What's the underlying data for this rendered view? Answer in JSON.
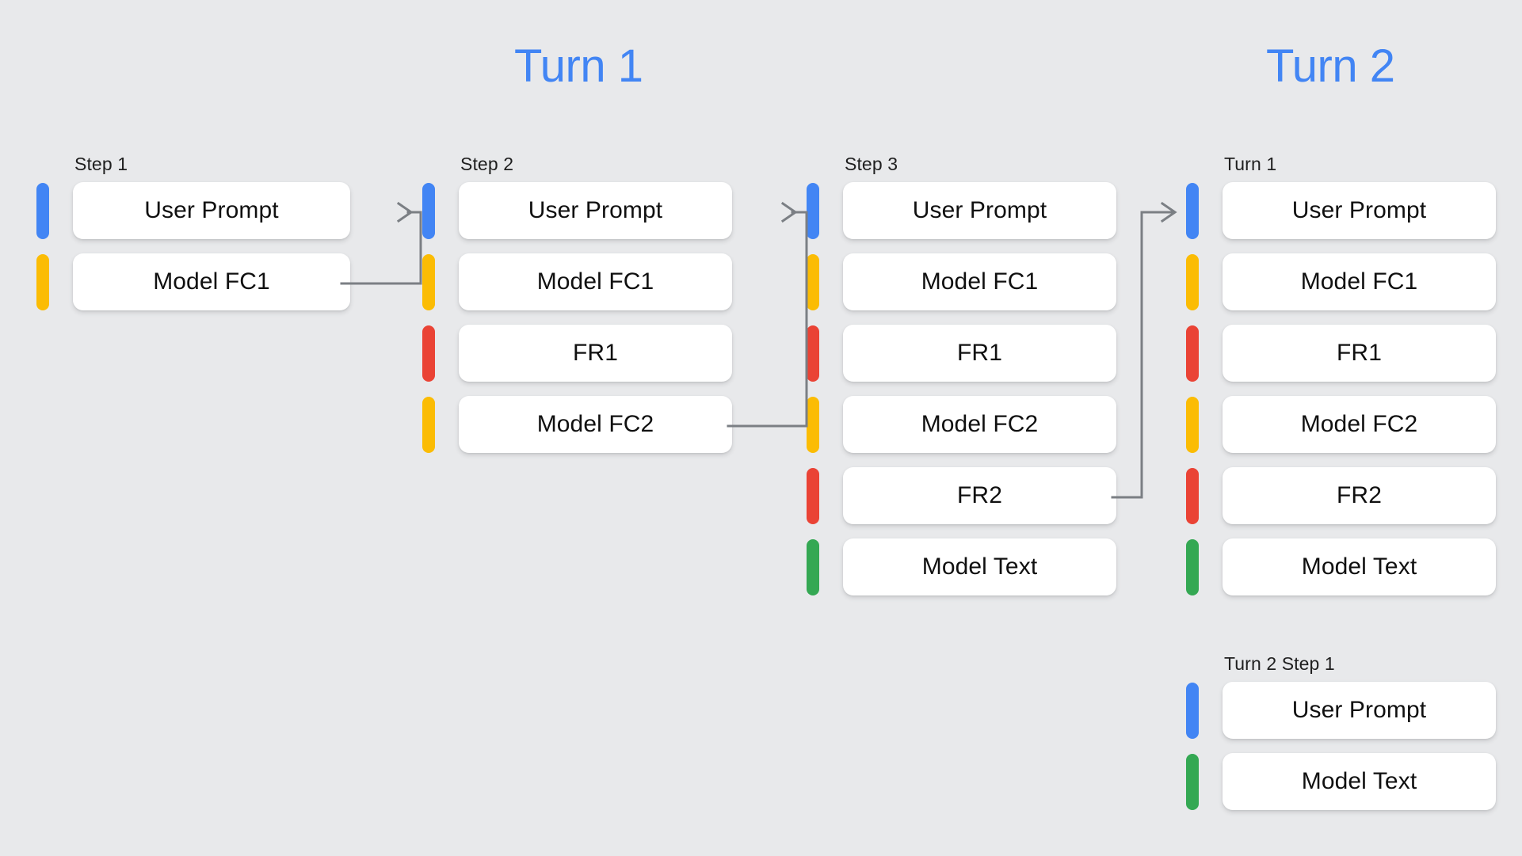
{
  "palette": {
    "background": "#e8e9eb",
    "card": "#ffffff",
    "text": "#101010",
    "turn_heading": "#4285f4",
    "connector": "#7b7f84",
    "blue": "#4285f4",
    "yellow": "#fbbc04",
    "red": "#ea4335",
    "green": "#34a853"
  },
  "turns": [
    {
      "id": "turn-1",
      "label": "Turn 1"
    },
    {
      "id": "turn-2",
      "label": "Turn 2"
    }
  ],
  "columns": [
    {
      "id": "step-1",
      "label": "Step 1",
      "rows": [
        {
          "color": "blue",
          "label": "User Prompt"
        },
        {
          "color": "yellow",
          "label": "Model FC1"
        }
      ]
    },
    {
      "id": "step-2",
      "label": "Step 2",
      "rows": [
        {
          "color": "blue",
          "label": "User Prompt"
        },
        {
          "color": "yellow",
          "label": "Model FC1"
        },
        {
          "color": "red",
          "label": "FR1"
        },
        {
          "color": "yellow",
          "label": "Model FC2"
        }
      ]
    },
    {
      "id": "step-3",
      "label": "Step 3",
      "rows": [
        {
          "color": "blue",
          "label": "User Prompt"
        },
        {
          "color": "yellow",
          "label": "Model FC1"
        },
        {
          "color": "red",
          "label": "FR1"
        },
        {
          "color": "yellow",
          "label": "Model FC2"
        },
        {
          "color": "red",
          "label": "FR2"
        },
        {
          "color": "green",
          "label": "Model Text"
        }
      ]
    },
    {
      "id": "turn-2-turn-1",
      "label": "Turn 1",
      "rows": [
        {
          "color": "blue",
          "label": "User Prompt"
        },
        {
          "color": "yellow",
          "label": "Model FC1"
        },
        {
          "color": "red",
          "label": "FR1"
        },
        {
          "color": "yellow",
          "label": "Model FC2"
        },
        {
          "color": "red",
          "label": "FR2"
        },
        {
          "color": "green",
          "label": "Model Text"
        }
      ]
    },
    {
      "id": "turn-2-step-1",
      "label": "Turn 2 Step 1",
      "rows": [
        {
          "color": "blue",
          "label": "User Prompt"
        },
        {
          "color": "green",
          "label": "Model Text"
        }
      ]
    }
  ],
  "connectors": [
    {
      "id": "step-1-to-step-2",
      "from": "step-1.Model FC1",
      "to": "step-2.User Prompt"
    },
    {
      "id": "step-2-to-step-3",
      "from": "step-2.Model FC2",
      "to": "step-3.User Prompt"
    },
    {
      "id": "step-3-to-turn-2",
      "from": "step-3.FR2",
      "to": "turn-2-turn-1.User Prompt"
    }
  ]
}
